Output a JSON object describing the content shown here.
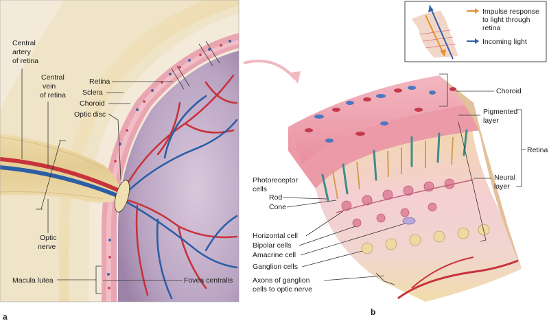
{
  "panel_a": {
    "letter": "a",
    "labels": {
      "central_artery": [
        "Central",
        "artery",
        "of retina"
      ],
      "central_vein": [
        "Central",
        "vein",
        "of retina"
      ],
      "retina": "Retina",
      "sclera": "Sclera",
      "choroid": "Choroid",
      "optic_disc": "Optic disc",
      "optic_nerve": [
        "Optic",
        "nerve"
      ],
      "macula_lutea": "Macula lutea",
      "fovea_centralis": "Fovea centralis"
    }
  },
  "panel_b": {
    "letter": "b",
    "labels": {
      "choroid": "Choroid",
      "pigmented_layer": [
        "Pigmented",
        "layer"
      ],
      "retina": "Retina",
      "neural_layer": [
        "Neural",
        "layer"
      ],
      "photoreceptor_cells": [
        "Photoreceptor",
        "cells"
      ],
      "rod": "Rod",
      "cone": "Cone",
      "horizontal_cell": "Horizontal cell",
      "bipolar_cells": "Bipolar cells",
      "amacrine_cell": "Amacrine cell",
      "ganglion_cells": "Ganglion cells",
      "axons": [
        "Axons of ganglion",
        "cells to optic nerve"
      ]
    }
  },
  "legend": {
    "impulse": [
      "Impulse response",
      "to light through",
      "retina"
    ],
    "incoming": "Incoming light",
    "colors": {
      "impulse": "#e8902a",
      "incoming": "#2f5fa8"
    }
  }
}
